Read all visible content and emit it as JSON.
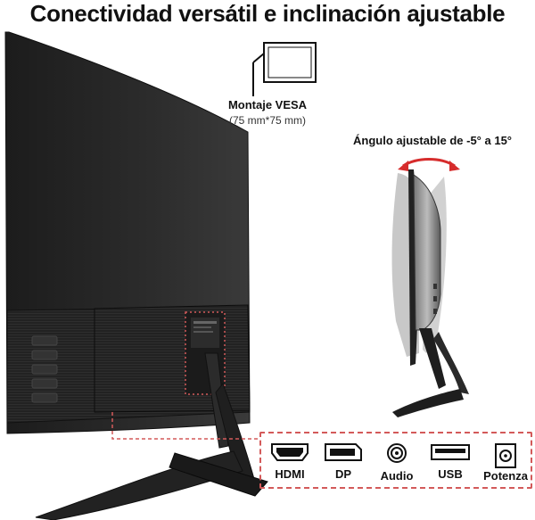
{
  "heading": "Conectividad versátil e inclinación ajustable",
  "vesa": {
    "label": "Montaje VESA",
    "size": "(75 mm*75 mm)"
  },
  "tilt": {
    "label": "Ángulo ajustable de -5° a 15°"
  },
  "ports": [
    {
      "label": "HDMI",
      "icon": "hdmi-port-icon"
    },
    {
      "label": "DP",
      "icon": "displayport-icon"
    },
    {
      "label": "Audio",
      "icon": "audio-jack-icon"
    },
    {
      "label": "USB",
      "icon": "usb-port-icon"
    },
    {
      "label": "Potenza",
      "icon": "power-port-icon"
    }
  ],
  "colors": {
    "accent_dashed": "#d35a5a",
    "arrow": "#d62c2c",
    "monitor_dark": "#2a2a2a"
  }
}
